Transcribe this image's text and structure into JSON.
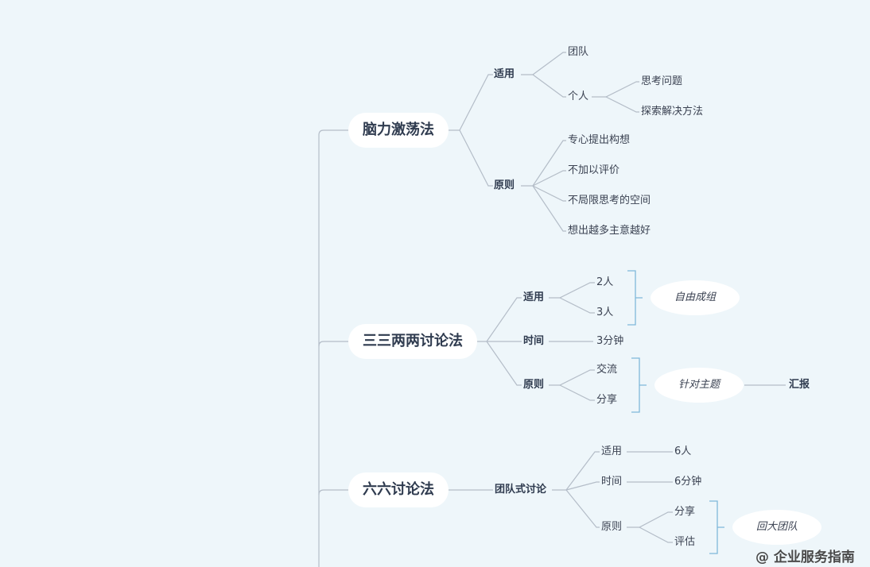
{
  "colors": {
    "background": "#eef6fa",
    "line": "#b4bdc8",
    "bracket": "#7fb8da",
    "node_fill": "#ffffff"
  },
  "nodes": {
    "brain": {
      "title": "脑力激荡法",
      "apply": {
        "label": "适用",
        "team": "团队",
        "person": "个人",
        "think": "思考问题",
        "explore": "探索解决方法"
      },
      "principle": {
        "label": "原则",
        "items": [
          "专心提出构想",
          "不加以评价",
          "不局限思考的空间",
          "想出越多主意越好"
        ]
      }
    },
    "three": {
      "title": "三三两两讨论法",
      "apply": {
        "label": "适用",
        "items": [
          "2人",
          "3人"
        ],
        "summary": "自由成组"
      },
      "time": {
        "label": "时间",
        "value": "3分钟"
      },
      "principle": {
        "label": "原则",
        "items": [
          "交流",
          "分享"
        ],
        "summary": "针对主题",
        "result": "汇报"
      }
    },
    "six": {
      "title": "六六讨论法",
      "team": "团队式讨论",
      "apply": {
        "label": "适用",
        "value": "6人"
      },
      "time": {
        "label": "时间",
        "value": "6分钟"
      },
      "principle": {
        "label": "原则",
        "items": [
          "分享",
          "评估"
        ],
        "summary": "回大团队"
      }
    }
  },
  "watermark": "@ 企业服务指南"
}
